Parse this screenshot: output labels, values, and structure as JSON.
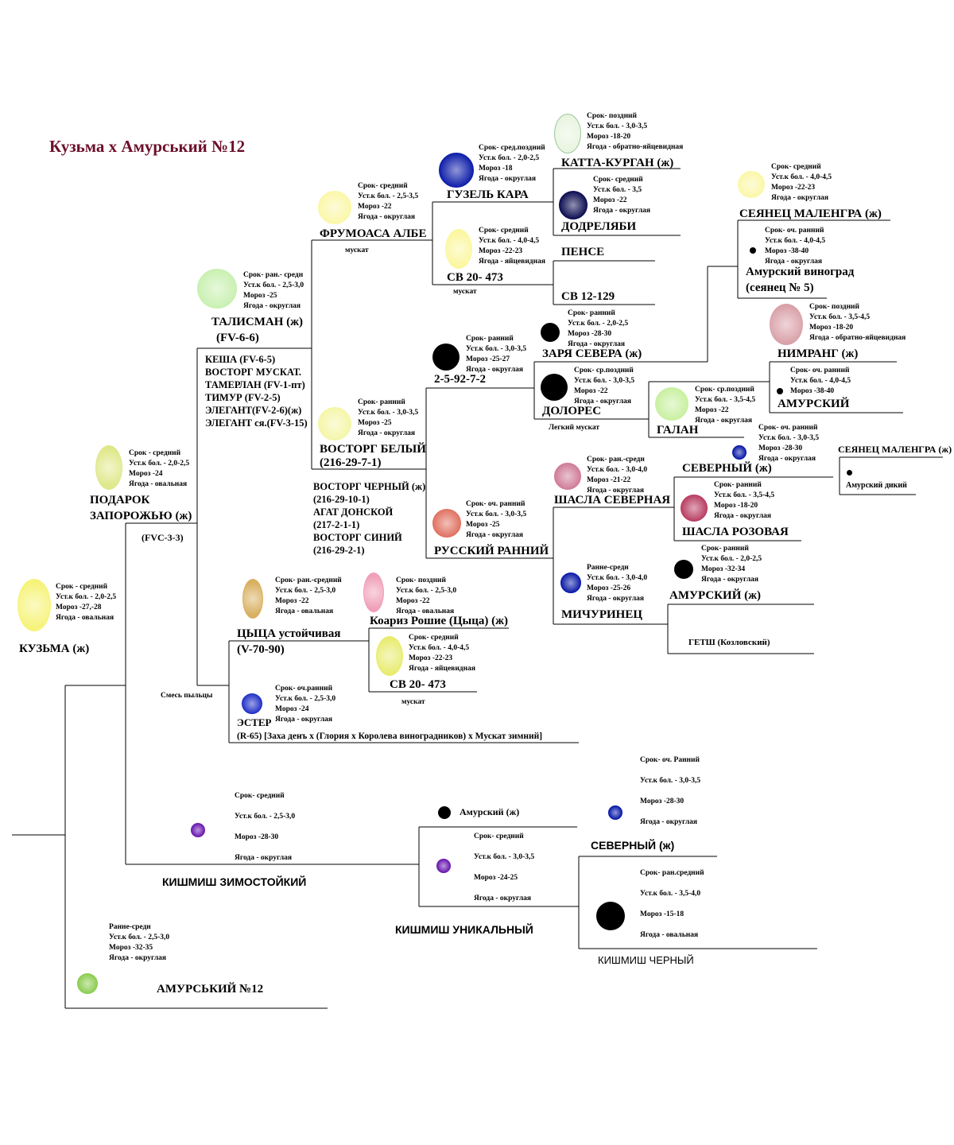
{
  "title": "Кузьма х Амурський №12",
  "nodes": {
    "kuzma": {
      "name": "КУЗЬМА (ж)",
      "color": "#f6f37a",
      "info": [
        "Срок - средний",
        "Уст.к бол. - 2,0-2,5",
        "Мороз -27,-28",
        "Ягода - овальная"
      ]
    },
    "podarok": {
      "name": [
        "ПОДАРОК",
        "ЗАПОРОЖЬЮ (ж)"
      ],
      "code": "(FVC-3-3)",
      "color": "#dfe88a",
      "info": [
        "Срок - средний",
        "Уст.к бол. - 2,0-2,5",
        "Мороз -24",
        "Ягода - овальная"
      ]
    },
    "talisman": {
      "name": [
        "ТАЛИСМАН (ж)",
        "(FV-6-6)"
      ],
      "color": "#c8f0b0",
      "info": [
        "Срок- ран.- средн",
        "Уст.к бол. - 2,5-3,0",
        "Мороз -25",
        "Ягода - округлая"
      ]
    },
    "frumoasa": {
      "name": "ФРУМОАСА АЛБЕ",
      "sub": "мускат",
      "color": "#fbf7a8",
      "info": [
        "Срок- средний",
        "Уст.к бол. - 2,5-3,5",
        "Мороз -22",
        "Ягода - округлая"
      ]
    },
    "guzel": {
      "name": "ГУЗЕЛЬ КАРА",
      "color": "#0a1aa8",
      "info": [
        "Срок- сред.поздний",
        "Уст.к бол. - 2,0-2,5",
        "Мороз -18",
        "Ягода - округлая"
      ]
    },
    "katta": {
      "name": "КАТТА-КУРГАН (ж)",
      "color": "#e8f4e0",
      "info": [
        "Срок- поздний",
        "Уст.к бол. - 3,0-3,5",
        "Мороз -18-20",
        "Ягода - обратно-яйцевидная"
      ]
    },
    "dodreliabi": {
      "name": "ДОДРЕЛЯБИ",
      "color": "#0b0b50",
      "info": [
        "Срок- средний",
        "Уст.к бол. - 3,5",
        "Мороз -22",
        "Ягода - округлая"
      ]
    },
    "sv20a": {
      "name": "СВ 20- 473",
      "sub": "мускат",
      "color": "#fbf7a0",
      "info": [
        "Срок- средний",
        "Уст.к бол. - 4,0-4,5",
        "Мороз -22-23",
        "Ягода - яйцевидная"
      ]
    },
    "pense": {
      "name": "ПЕНСЕ"
    },
    "sv12": {
      "name": "СВ 12-129"
    },
    "seyanec1": {
      "name": "СЕЯНЕЦ МАЛЕНГРА (ж)",
      "color": "#fbf7a8",
      "info": [
        "Срок- средний",
        "Уст.к бол. - 4,0-4,5",
        "Мороз -22-23",
        "Ягода - округлая"
      ]
    },
    "amur_vin": {
      "name": [
        "Амурский виноград",
        "(сеянец № 5)"
      ],
      "color": "#000000",
      "info": [
        "Срок- оч. ранний",
        "Уст.к бол. - 4,0-4,5",
        "Мороз -38-40",
        "Ягода - округлая"
      ]
    },
    "nimrang": {
      "name": "НИМРАНГ (ж)",
      "color": "#d9a0a8",
      "info": [
        "Срок- поздний",
        "Уст.к бол. - 3,5-4,5",
        "Мороз -18-20",
        "Ягода - обратно-яйцевидная"
      ]
    },
    "amurskiy1": {
      "name": "АМУРСКИЙ",
      "color": "#000000",
      "info": [
        "Срок- оч. ранний",
        "Уст.к бол. - 4,0-4,5",
        "Мороз -38-40"
      ]
    },
    "galan": {
      "name": "ГАЛАН",
      "color": "#c8f0a0",
      "info": [
        "Срок- ср.поздний",
        "Уст.к бол. - 3,5-4,5",
        "Мороз -22",
        "Ягода - округлая"
      ]
    },
    "zarya": {
      "name": "ЗАРЯ СЕВЕРА (ж)",
      "color": "#000000",
      "info": [
        "Срок- ранний",
        "Уст.к бол. - 2,0-2,5",
        "Мороз -28-30",
        "Ягода - округлая"
      ]
    },
    "doloris": {
      "name": "ДОЛОРЕС",
      "sub": "Легкий мускат",
      "color": "#000000",
      "info": [
        "Срок- ср.поздний",
        "Уст.к бол. - 3,0-3,5",
        "Мороз -22",
        "Ягода - округлая"
      ]
    },
    "n2592": {
      "name": "2-5-92-7-2",
      "color": "#000000",
      "info": [
        "Срок- ранний",
        "Уст.к бол. - 3,0-3,5",
        "Мороз -25-27",
        "Ягода - округлая"
      ]
    },
    "vostorg_b": {
      "name": [
        "ВОСТОРГ БЕЛЫЙ",
        "(216-29-7-1)"
      ],
      "color": "#f4f6a8",
      "info": [
        "Срок- ранний",
        "Уст.к бол. - 3,0-3,5",
        "Мороз -25",
        "Ягода - округлая"
      ]
    },
    "russkiy": {
      "name": "РУССКИЙ РАННИЙ",
      "color": "#e07060",
      "info": [
        "Срок- оч. ранний",
        "Уст.к бол. - 3,0-3,5",
        "Мороз -25",
        "Ягода - округлая"
      ]
    },
    "shasla_s": {
      "name": "ШАСЛА СЕВЕРНАЯ",
      "color": "#cf7a96",
      "info": [
        "Срок- ран.-средн",
        "Уст.к бол. - 3,0-4,0",
        "Мороз -21-22",
        "Ягода - округлая"
      ]
    },
    "severniy1": {
      "name": "СЕВЕРНЫЙ (ж)",
      "color": "#0a1aa8",
      "info": [
        "Срок- оч. ранний",
        "Уст.к бол. - 3,0-3,5",
        "Мороз -28-30",
        "Ягода - округлая"
      ]
    },
    "seyanec2": {
      "name": "СЕЯНЕЦ МАЛЕНГРА (ж)"
    },
    "amur_dikiy": {
      "name": "Амурский дикий",
      "color": "#000000"
    },
    "shasla_r": {
      "name": "ШАСЛА РОЗОВАЯ",
      "color": "#b83c62",
      "info": [
        "Срок- ранний",
        "Уст.к бол. - 3,5-4,5",
        "Мороз -18-20",
        "Ягода - округлая"
      ]
    },
    "michurinec": {
      "name": "МИЧУРИНЕЦ",
      "color": "#0a1aa8",
      "info": [
        "Ранне-средн",
        "Уст.к бол. - 3,0-4,0",
        "Мороз -25-26",
        "Ягода - округлая"
      ]
    },
    "amurskiy2": {
      "name": "АМУРСКИЙ (ж)",
      "color": "#000000",
      "info": [
        "Срок- ранний",
        "Уст.к бол. - 2,0-2,5",
        "Мороз -32-34",
        "Ягода - округлая"
      ]
    },
    "getsh": {
      "name": "ГЕТШ (Козловский)"
    },
    "cyca": {
      "name": [
        "ЦЫЦА устойчивая",
        "(V-70-90)"
      ],
      "color": "#d8b060",
      "info": [
        "Срок- ран.-средний",
        "Уст.к бол. - 2,5-3,0",
        "Мороз -22",
        "Ягода - овальная"
      ]
    },
    "koariz": {
      "name": "Коариз Рошие (Цыца) (ж)",
      "color": "#f0a0b8",
      "info": [
        "Срок- поздний",
        "Уст.к бол. - 2,5-3,0",
        "Мороз -22",
        "Ягода - овальная"
      ]
    },
    "sv20b": {
      "name": "СВ 20- 473",
      "sub": "мускат",
      "color": "#e8ec70",
      "info": [
        "Срок- средний",
        "Уст.к бол. - 4,0-4,5",
        "Мороз -22-23",
        "Ягода - яйцевидная"
      ]
    },
    "ester": {
      "name": "ЭСТЕР",
      "code": "(R-65) [Заха денъ х (Глория х Королева виноградников) х Мускат зимний]",
      "color": "#2230c8",
      "info": [
        "Срок- оч.ранний",
        "Уст.к бол. - 2,5-3,0",
        "Мороз -24",
        "Ягода - округлая"
      ]
    },
    "kishmish_z": {
      "name": "КИШМИШ ЗИМОСТОЙКИЙ",
      "color": "#6a1ab0",
      "info": [
        "Срок- средний",
        "Уст.к бол. - 2,5-3,0",
        "Мороз -28-30",
        "Ягода - округлая"
      ]
    },
    "amurskiy3": {
      "name": "Амурский (ж)",
      "color": "#000000"
    },
    "kishmish_u": {
      "name": "КИШМИШ УНИКАЛЬНЫЙ",
      "color": "#6a1ab0",
      "info": [
        "Срок- средний",
        "Уст.к бол. - 3,0-3,5",
        "Мороз -24-25",
        "Ягода - округлая"
      ]
    },
    "severniy2": {
      "name": "СЕВЕРНЫЙ (ж)",
      "color": "#0a1aa8",
      "info": [
        "Срок- оч. Ранний",
        "Уст.к бол. - 3,0-3,5",
        "Мороз -28-30",
        "Ягода - округлая"
      ]
    },
    "kishmish_ch": {
      "name": "КИШМИШ ЧЕРНЫЙ",
      "color": "#000000",
      "info": [
        "Срок- ран.средний",
        "Уст.к бол. - 3,5-4,0",
        "Мороз -15-18",
        "Ягода - овальная"
      ]
    },
    "amur12": {
      "name": "АМУРСЬКИЙ №12",
      "color": "#8ccc50",
      "info": [
        "Ранне-средн",
        "Уст.к бол. - 2,5-3,0",
        "Мороз -32-35",
        "Ягода - округлая"
      ]
    }
  },
  "talisman_parents": [
    "КЕША (FV-6-5)",
    "ВОСТОРГ МУСКАТ.",
    "ТАМЕРЛАН (FV-1-пт)",
    "ТИМУР (FV-2-5)",
    "ЭЛЕГАНТ(FV-2-6)(ж)",
    "ЭЛЕГАНТ ся.(FV-3-15)"
  ],
  "vostorg_parents": [
    "ВОСТОРГ ЧЕРНЫЙ (ж)",
    "(216-29-10-1)",
    "АГАТ ДОНСКОЙ",
    "(217-2-1-1)",
    "ВОСТОРГ СИНИЙ",
    "(216-29-2-1)"
  ],
  "mix_pollen": "Смесь пыльцы"
}
